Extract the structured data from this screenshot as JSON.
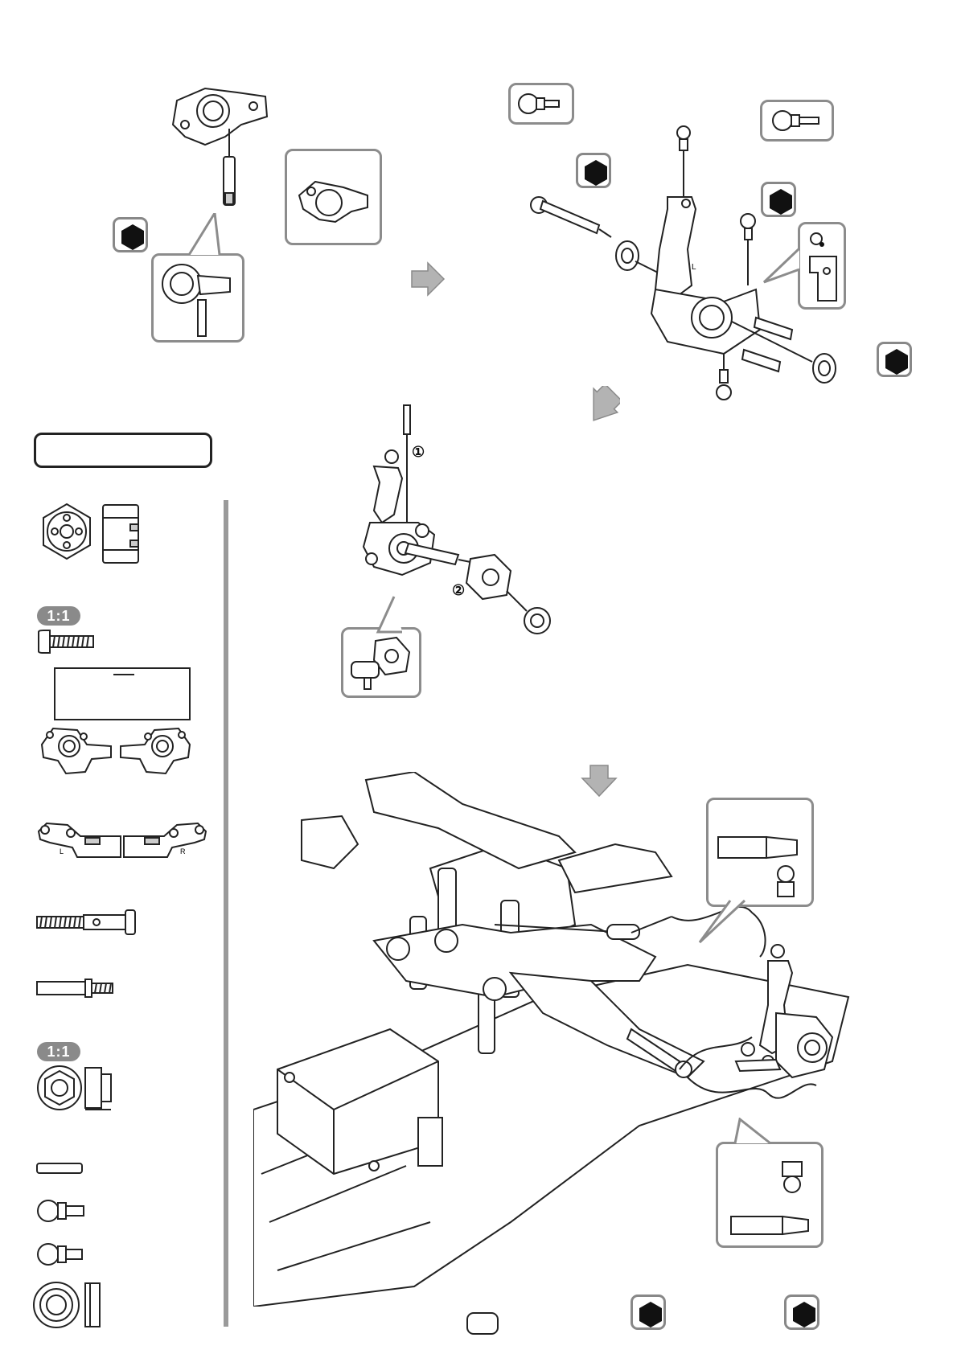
{
  "manual": {
    "step_markers": [
      "①",
      "②"
    ],
    "scale_badges": [
      "1:1",
      "1:1"
    ],
    "section_label": "",
    "page_number": ""
  },
  "icons": {
    "hex_wrench": "hex-wrench-icon",
    "arrow": "flow-arrow-icon"
  },
  "colors": {
    "outline": "#222222",
    "frame_gray": "#8c8c8c",
    "badge_gray": "#8a8a8a"
  }
}
